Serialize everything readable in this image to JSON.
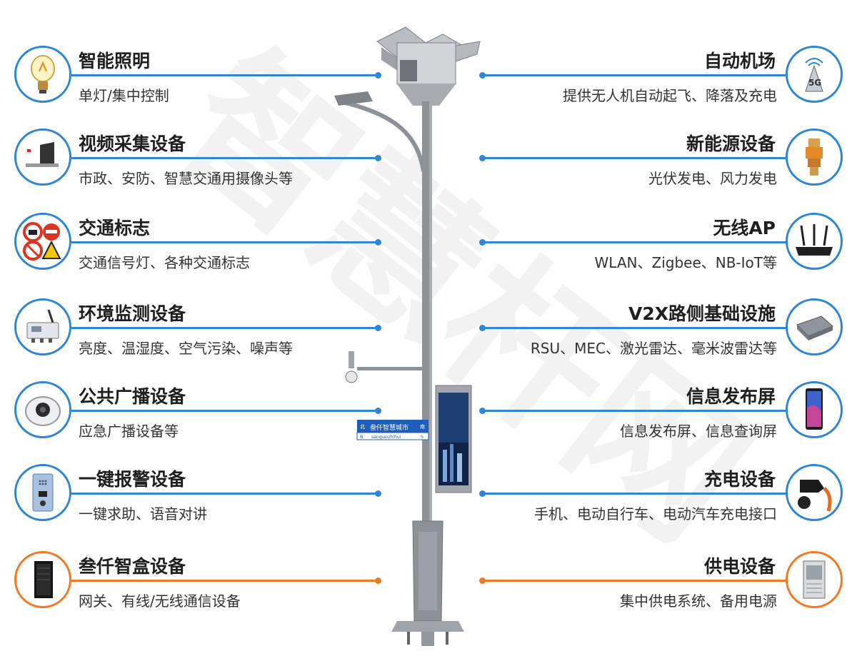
{
  "left_items": [
    {
      "title": "智能照明",
      "desc": "单灯/集中控制",
      "icon": "light-bulb-icon",
      "accent": "#2f86d2"
    },
    {
      "title": "视频采集设备",
      "desc": "市政、安防、智慧交通用摄像头等",
      "icon": "camera-icon",
      "accent": "#2f86d2"
    },
    {
      "title": "交通标志",
      "desc": "交通信号灯、各种交通标志",
      "icon": "traffic-sign-icon",
      "accent": "#2f86d2"
    },
    {
      "title": "环境监测设备",
      "desc": "亮度、温湿度、空气污染、噪声等",
      "icon": "sensor-box-icon",
      "accent": "#2f86d2"
    },
    {
      "title": "公共广播设备",
      "desc": "应急广播设备等",
      "icon": "speaker-icon",
      "accent": "#2f86d2"
    },
    {
      "title": "一键报警设备",
      "desc": "一键求助、语音对讲",
      "icon": "alarm-panel-icon",
      "accent": "#2f86d2"
    },
    {
      "title": "叁仟智盒设备",
      "desc": "网关、有线/无线通信设备",
      "icon": "cabinet-icon",
      "accent": "#f07a23"
    }
  ],
  "right_items": [
    {
      "title": "自动机场",
      "desc": "提供无人机自动起飞、降落及充电",
      "icon": "5g-tower-icon",
      "accent": "#2f86d2"
    },
    {
      "title": "新能源设备",
      "desc": "光伏发电、风力发电",
      "icon": "connector-icon",
      "accent": "#2f86d2"
    },
    {
      "title": "无线AP",
      "desc": "WLAN、Zigbee、NB-IoT等",
      "icon": "router-icon",
      "accent": "#2f86d2"
    },
    {
      "title": "V2X路侧基础设施",
      "desc": "RSU、MEC、激光雷达、毫米波雷达等",
      "icon": "rsu-device-icon",
      "accent": "#2f86d2"
    },
    {
      "title": "信息发布屏",
      "desc": "信息发布屏、信息查询屏",
      "icon": "phone-screen-icon",
      "accent": "#2f86d2"
    },
    {
      "title": "充电设备",
      "desc": "手机、电动自行车、电动汽车充电接口",
      "icon": "charging-plug-icon",
      "accent": "#2f86d2"
    },
    {
      "title": "供电设备",
      "desc": "集中供电系统、备用电源",
      "icon": "power-cabinet-icon",
      "accent": "#f07a23"
    }
  ],
  "street_sign": {
    "north": "北",
    "north_letter": "N",
    "south": "南",
    "south_letter": "S",
    "name": "叁仟智慧城市",
    "pinyin": "sanqianzhihui"
  },
  "watermark": "智慧杆网",
  "colors": {
    "blue": "#2f86d2",
    "orange": "#f07a23",
    "pole": "#8d9299"
  }
}
